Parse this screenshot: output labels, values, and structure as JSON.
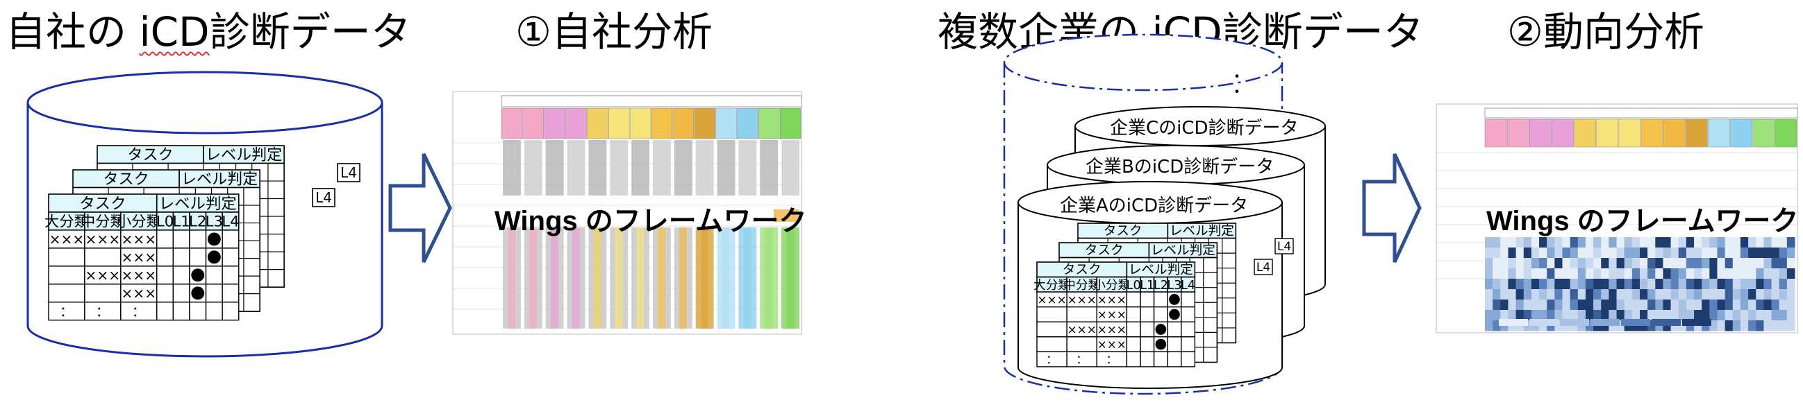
{
  "titles": {
    "own_data": "自社の iCD診断データ",
    "own_data_prefix": "自社の ",
    "own_data_term": "iCD",
    "own_data_suffix": "診断データ",
    "own_analysis": "①自社分析",
    "multi_data_prefix": "複数企業の ",
    "multi_data_term": "iCD",
    "multi_data_suffix": "診断データ",
    "trend_analysis": "②動向分析"
  },
  "framework_label": "Wings のフレームワーク",
  "company_dbs": [
    "企業CのiCD診断データ",
    "企業BのiCD診断データ",
    "企業AのiCD診断データ"
  ],
  "ellipsis_dots": "・\n・",
  "table": {
    "task": "タスク",
    "level": "レベル判定",
    "cols": [
      "大分類",
      "中分類",
      "小分類",
      "L0",
      "L1",
      "L2",
      "L3",
      "L4"
    ],
    "back_level_tag": "L4",
    "mark": "×××",
    "more": "："
  },
  "colors": {
    "header_fill": "#dff7fb",
    "arrow": "#2f4f8f",
    "db_outline": "#1a2ea8"
  }
}
